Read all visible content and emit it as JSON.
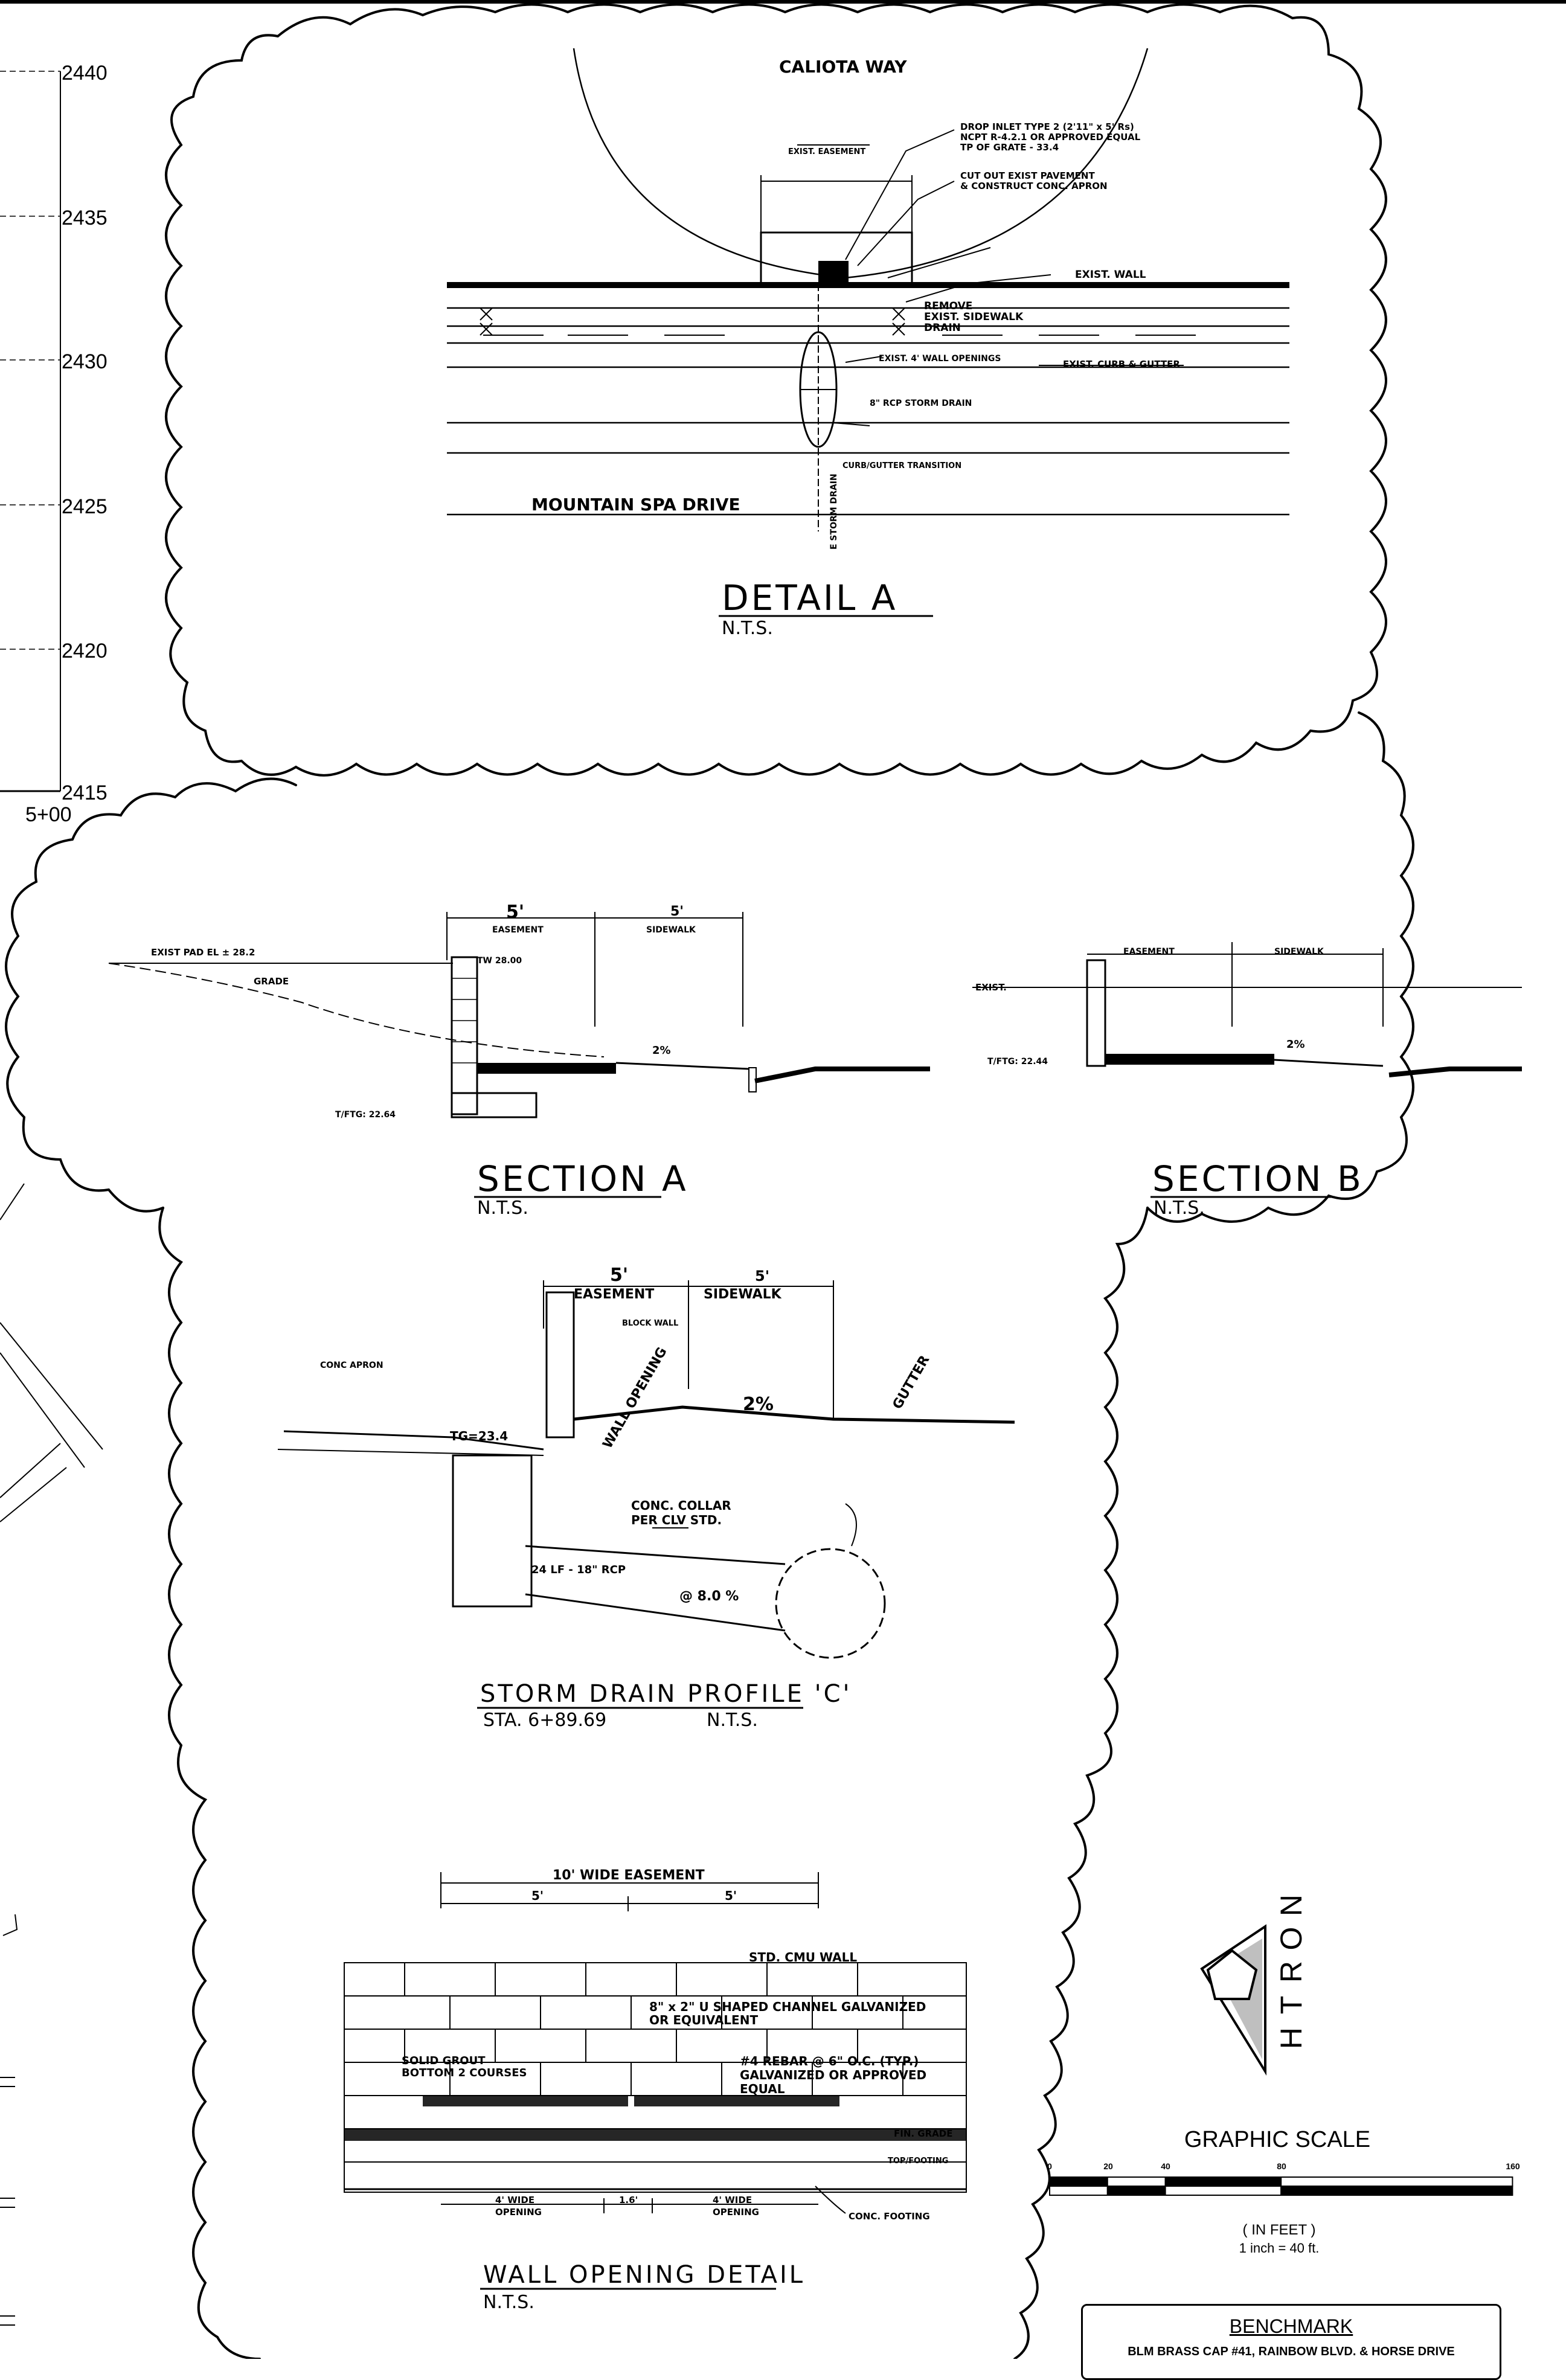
{
  "profile_axis": {
    "elevations": [
      "2440",
      "2435",
      "2430",
      "2425",
      "2420",
      "2415"
    ],
    "station": "5+00"
  },
  "detail_a": {
    "street_top": "CALIOTA WAY",
    "street_bottom": "MOUNTAIN SPA DRIVE",
    "title": "DETAIL   A",
    "scale": "N.T.S.",
    "notes": {
      "drop_inlet": "DROP INLET TYPE 2 (2'11\" x 5' Rs)",
      "drop_inlet_2": "NCPT R-4.2.1 OR APPROVED EQUAL",
      "top_grate": "TP OF GRATE - 33.4",
      "cut_out": "CUT OUT EXIST PAVEMENT",
      "construct_apron": "& CONSTRUCT CONC. APRON",
      "exist_wall": "EXIST. WALL",
      "remove": "REMOVE",
      "exist_sidewalk": "EXIST. SIDEWALK",
      "drain": "DRAIN",
      "wall_openings": "EXIST. 4' WALL OPENINGS",
      "rcp_storm": "8\" RCP STORM DRAIN",
      "curb_gutter": "EXIST. CURB & GUTTER",
      "easement": "EXIST. EASEMENT",
      "transition": "CURB/GUTTER TRANSITION",
      "storm_drain_label": "E STORM DRAIN"
    }
  },
  "section_a": {
    "title": "SECTION  A",
    "scale": "N.T.S.",
    "notes": {
      "exist_pad": "EXIST PAD EL ± 28.2",
      "grade": "GRADE",
      "easement_dim": "5'",
      "easement": "EASEMENT",
      "sidewalk_dim": "5'",
      "sidewalk": "SIDEWALK",
      "tw": "TW 28.00",
      "tf": "T/FTG: 22.64",
      "slope": "2%"
    }
  },
  "section_b": {
    "title": "SECTION  B",
    "scale": "N.T.S.",
    "notes": {
      "exist": "EXIST.",
      "easement": "EASEMENT",
      "sidewalk": "SIDEWALK",
      "tf": "T/FTG: 22.44",
      "slope": "2%"
    }
  },
  "storm_drain_profile": {
    "title": "STORM DRAIN PROFILE 'C'",
    "station": "STA. 6+89.69",
    "scale": "N.T.S.",
    "notes": {
      "easement_dim": "5'",
      "easement": "EASEMENT",
      "sidewalk_dim": "5'",
      "sidewalk": "SIDEWALK",
      "block_wall": "BLOCK WALL",
      "conc_apron": "CONC APRON",
      "wall_opening": "WALL OPENING",
      "gutter": "GUTTER",
      "slope": "2%",
      "tg": "TG=23.4",
      "collar1": "CONC. COLLAR",
      "collar2": "PER CLV STD.",
      "pipe": "24 LF - 18\" RCP",
      "grade_pct": "@ 8.0 %"
    }
  },
  "wall_detail": {
    "title": "WALL OPENING DETAIL",
    "scale": "N.T.S.",
    "notes": {
      "wide_easement": "10' WIDE EASEMENT",
      "dim_left": "5'",
      "dim_right": "5'",
      "cmu": "STD. CMU WALL",
      "channel1": "8\" x 2\" U SHAPED CHANNEL GALVANIZED",
      "channel2": "OR EQUIVALENT",
      "grout1": "SOLID GROUT",
      "grout2": "BOTTOM 2 COURSES",
      "rebar1": "#4 REBAR @ 6\" O.C. (TYP.)",
      "rebar2": "GALVANIZED OR APPROVED",
      "rebar3": "EQUAL",
      "fin_grade": "FIN. GRADE",
      "footing": "TOP/FOOTING",
      "opening_left_dim": "4' WIDE",
      "opening_left": "OPENING",
      "center_dim": "1.6'",
      "opening_right_dim": "4' WIDE",
      "opening_right": "OPENING",
      "conc_footing": "CONC. FOOTING"
    }
  },
  "north_arrow": {
    "letters": [
      "N",
      "O",
      "R",
      "T",
      "H"
    ]
  },
  "graphic_scale": {
    "title": "GRAPHIC SCALE",
    "ticks": [
      "0",
      "20",
      "40",
      "80",
      "160"
    ],
    "unit": "( IN FEET )",
    "ratio": "1 inch = 40 ft."
  },
  "benchmark": {
    "title": "BENCHMARK",
    "text": "BLM BRASS CAP #41, RAINBOW BLVD. & HORSE DRIVE"
  }
}
